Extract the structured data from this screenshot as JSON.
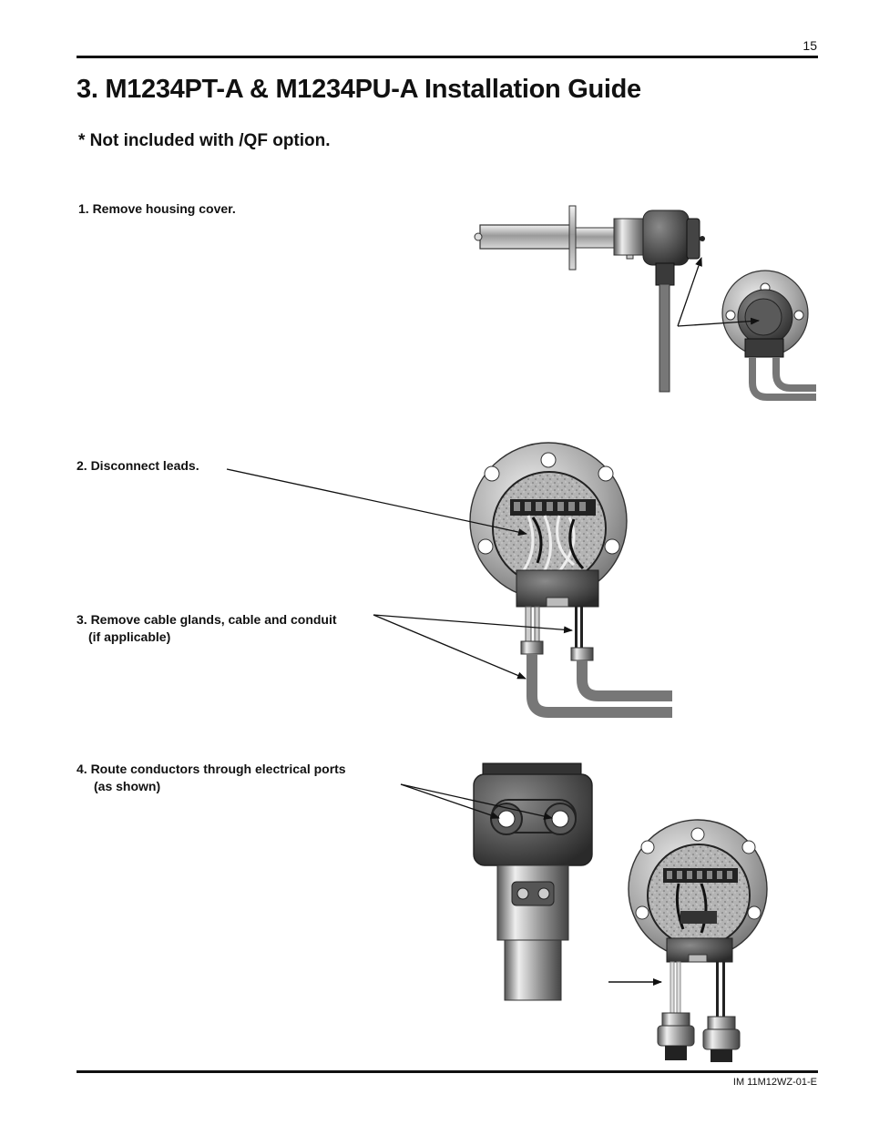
{
  "page_number": "15",
  "title": "3. M1234PT-A & M1234PU-A Installation Guide",
  "subtitle": "* Not included with /QF option.",
  "steps": [
    {
      "line1": "1. Remove housing cover.",
      "line2": ""
    },
    {
      "line1": "2. Disconnect leads.",
      "line2": ""
    },
    {
      "line1": "3. Remove cable glands, cable and conduit",
      "line2": "(if applicable)"
    },
    {
      "line1": "4. Route conductors through electrical ports",
      "line2": "(as shown)"
    }
  ],
  "footer": "IM 11M12WZ-01-E"
}
